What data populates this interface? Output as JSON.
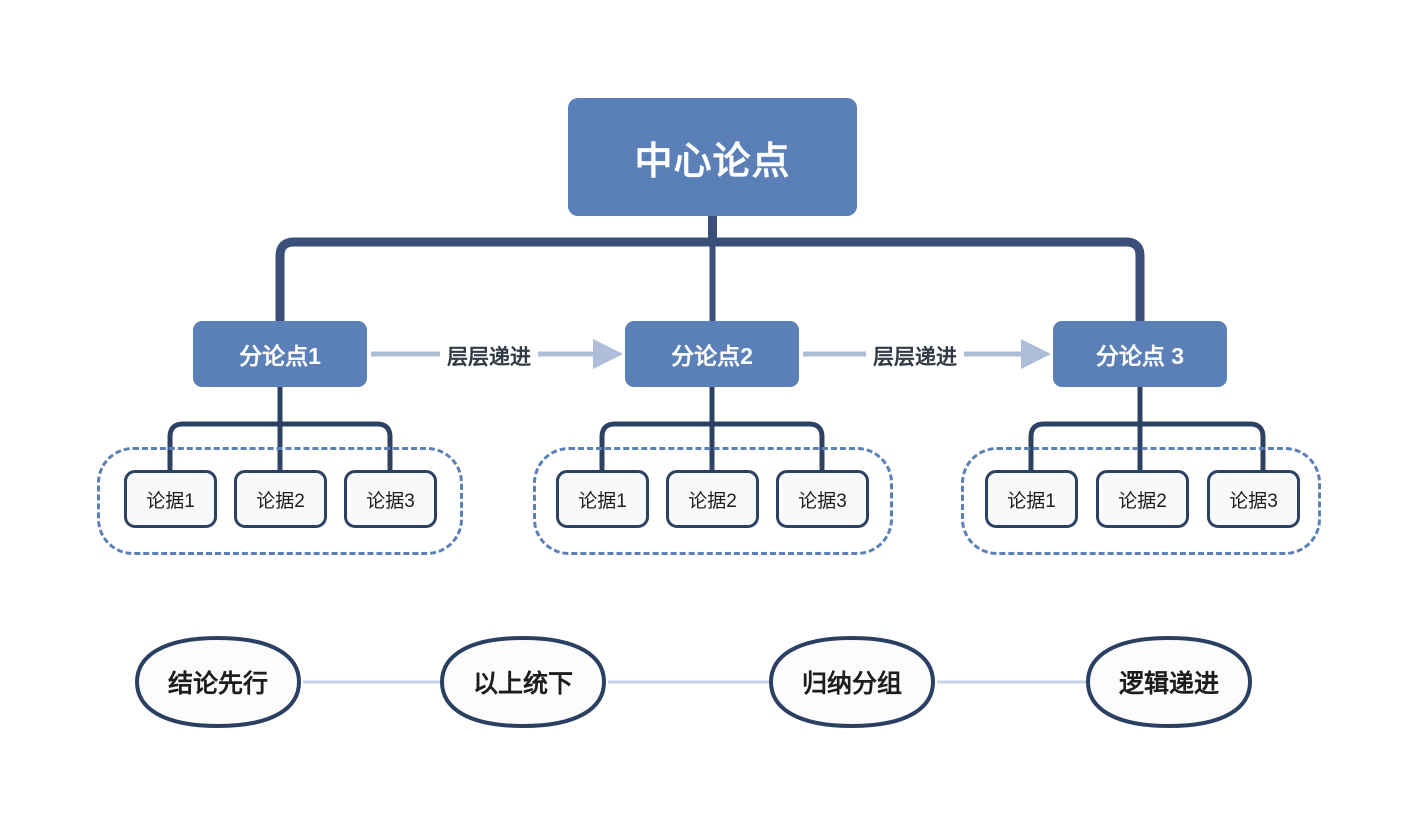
{
  "diagram": {
    "title_node": {
      "label": "中心论点"
    },
    "colors": {
      "node_fill": "#5b80b8",
      "node_text": "#ffffff",
      "trunk_line": "#3a4f7a",
      "branch_line": "#2d4263",
      "group_dashed_border": "#5b80b8",
      "evidence_fill": "#f8f9fa",
      "evidence_border": "#2d4263",
      "progress_arrow": "#aebdd8",
      "pill_border": "#2b3f63",
      "pill_link_line": "#c3d4ea",
      "background": "#ffffff"
    },
    "sub_points": [
      {
        "label": "分论点1"
      },
      {
        "label": "分论点2"
      },
      {
        "label": "分论点 3"
      }
    ],
    "progress_arrows": [
      {
        "label": "层层递进"
      },
      {
        "label": "层层递进"
      }
    ],
    "evidence_groups": [
      {
        "items": [
          {
            "label": "论据1"
          },
          {
            "label": "论据2"
          },
          {
            "label": "论据3"
          }
        ]
      },
      {
        "items": [
          {
            "label": "论据1"
          },
          {
            "label": "论据2"
          },
          {
            "label": "论据3"
          }
        ]
      },
      {
        "items": [
          {
            "label": "论据1"
          },
          {
            "label": "论据2"
          },
          {
            "label": "论据3"
          }
        ]
      }
    ],
    "principles": [
      {
        "label": "结论先行"
      },
      {
        "label": "以上统下"
      },
      {
        "label": "归纳分组"
      },
      {
        "label": "逻辑递进"
      }
    ]
  }
}
